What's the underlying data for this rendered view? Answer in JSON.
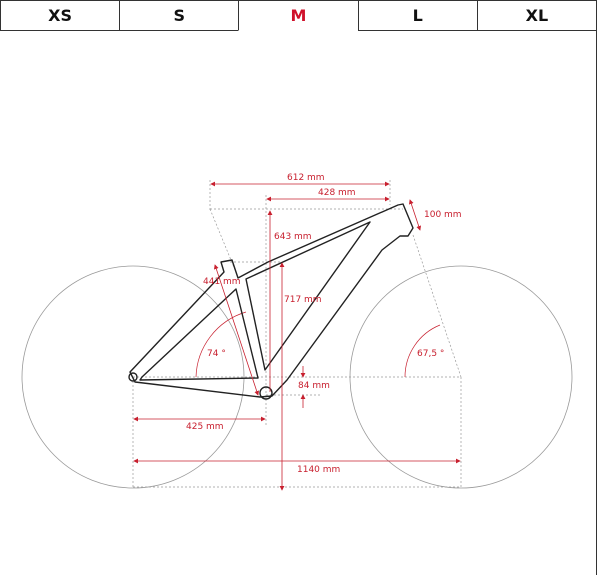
{
  "size_tabs": [
    {
      "label": "XS",
      "active": false
    },
    {
      "label": "S",
      "active": false
    },
    {
      "label": "M",
      "active": true
    },
    {
      "label": "L",
      "active": false
    },
    {
      "label": "XL",
      "active": false
    }
  ],
  "colors": {
    "accent": "#c8202f",
    "frame": "#222222",
    "guide": "#999999"
  },
  "geometry": {
    "reach_total": "612 mm",
    "reach": "428 mm",
    "stack": "643 mm",
    "head_tube": "100 mm",
    "seat_tube": "441 mm",
    "standover": "717 mm",
    "seat_angle": "74 °",
    "head_angle": "67,5 °",
    "bb_drop": "84 mm",
    "chainstay": "425 mm",
    "wheelbase": "1140 mm"
  }
}
